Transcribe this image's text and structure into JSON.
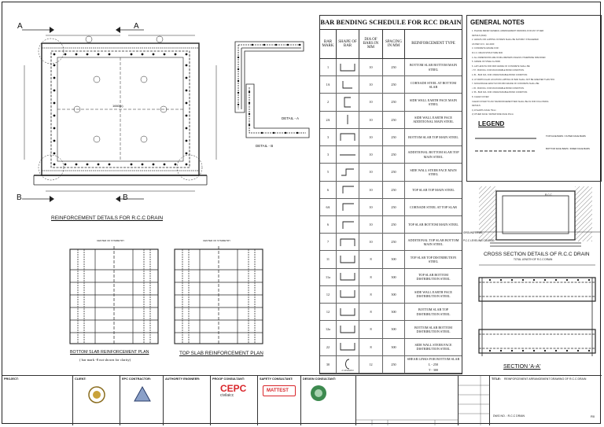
{
  "drawing": {
    "main_caption": "REINFORCEMENT DETAILS FOR R.C.C DRAIN",
    "bottom_plan_caption": "BOTTOM SLAB REINFORCEMENT PLAN",
    "bottom_plan_note": "( bar mark -8 not shown for clarity)",
    "top_plan_caption": "TOP SLAB REINFORCEMENT PLAN",
    "detail_a": "DETAIL - A",
    "detail_b": "DETAIL - B",
    "section_a": "A",
    "section_b": "B",
    "cross_section_caption": "CROSS SECTION DETAILS OF R.C.C DRAIN",
    "section_aa_caption": "SECTION 'A-A'",
    "center_symmetry": "CENTER OF SYMMETRY",
    "total_length": "TOTAL LENGTH OF R.C.C DRAIN",
    "ground_level": "GROUND LEVEL",
    "pcc_label": "P.C.C LEVELING COURSE",
    "rcc_label": "R.C.C",
    "pcc": "P.C.C",
    "inner_dim": "1660(c)"
  },
  "schedule": {
    "title": "BAR BENDING SCHEDULE FOR RCC DRAIN",
    "headers": [
      "BAR MARK",
      "SHAPE OF BAR",
      "DIA OF BARS IN MM",
      "SPACING IN MM",
      "REINFORCEMENT TYPE"
    ],
    "rows": [
      {
        "mark": "1",
        "dia": "10",
        "spacing": "250",
        "type": "BOTTOM SLAB BOTTOM MAIN STEEL",
        "shape": "u"
      },
      {
        "mark": "1A",
        "dia": "10",
        "spacing": "250",
        "type": "CORNADE STEEL AT BOTTOM SLAB",
        "shape": "l"
      },
      {
        "mark": "2",
        "dia": "10",
        "spacing": "250",
        "type": "SIDE WALL EARTH FACE MAIN STEEL",
        "shape": "c"
      },
      {
        "mark": "2A",
        "dia": "10",
        "spacing": "250",
        "type": "SIDE WALL EARTH FACE ADDITIONAL MAIN STEEL",
        "shape": "bar"
      },
      {
        "mark": "3",
        "dia": "10",
        "spacing": "250",
        "type": "BOTTOM SLAB TOP MAIN STEEL",
        "shape": "n"
      },
      {
        "mark": "3",
        "dia": "10",
        "spacing": "250",
        "type": "ADDITIONAL BOTTOM SLAB TOP MAIN STEEL",
        "shape": "flat"
      },
      {
        "mark": "5",
        "dia": "10",
        "spacing": "250",
        "type": "SIDE WALL STEER FACE MAIN STEEL",
        "shape": "z"
      },
      {
        "mark": "6",
        "dia": "10",
        "spacing": "250",
        "type": "TOP SLAB TOP MAIN STEEL",
        "shape": "r"
      },
      {
        "mark": "6A",
        "dia": "10",
        "spacing": "250",
        "type": "CORNADE STEEL AT TOP SLAB",
        "shape": "r"
      },
      {
        "mark": "6",
        "dia": "10",
        "spacing": "250",
        "type": "TOP SLAB BOTTOM MAIN STEEL",
        "shape": "r"
      },
      {
        "mark": "7",
        "dia": "10",
        "spacing": "250",
        "type": "ADDITIONAL TOP SLAB BOTTOM MAIN STEEL",
        "shape": "n"
      },
      {
        "mark": "11",
        "dia": "8",
        "spacing": "300",
        "type": "TOP SLAB TOP DISTRIBUTION STEEL",
        "shape": "u"
      },
      {
        "mark": "11a",
        "dia": "8",
        "spacing": "300",
        "type": "TOP SLAB BOTTOM DISTRIBUTION STEEL",
        "shape": "u"
      },
      {
        "mark": "12",
        "dia": "8",
        "spacing": "300",
        "type": "SIDE WALL EARTH FACE DISTRIBUTION STEEL",
        "shape": "u"
      },
      {
        "mark": "12",
        "dia": "8",
        "spacing": "300",
        "type": "BOTTOM SLAB TOP DISTRIBUTION STEEL",
        "shape": "u"
      },
      {
        "mark": "12a",
        "dia": "8",
        "spacing": "300",
        "type": "BOTTOM SLAB BOTTOM DISTRIBUTION STEEL",
        "shape": "u"
      },
      {
        "mark": "22",
        "dia": "8",
        "spacing": "300",
        "type": "SIDE WALL STEER FACE DISTRIBUTION STEEL",
        "shape": "u"
      },
      {
        "mark": "30",
        "dia": "12",
        "spacing": "250",
        "type": "SHEAR LINKS FOR BOTTOM SLAB",
        "shape": "link",
        "extra": [
          "L - 250",
          "T - 300"
        ],
        "note": "2 LEGGED"
      }
    ]
  },
  "notes": {
    "title": "GENERAL NOTES",
    "lines": [
      "1. PLEASE REFER GENERAL ARRANGEMENT DRAWING FOR ANY OTHER",
      "   DETAILS (R&D)",
      "2. LENGTH OR LAPPING OF BARS SHALL BE SUITABLY STAGGERED",
      "   AS PER I.R.C. 112-2020",
      "3. CONCRETE GRADE FOR :",
      "   R.C.C. DRAIN STRUCTURE M30",
      "4. ALL DIMENSIONS ARE IN MILLIMETERS UNLESS OTHERWISE SPECIFIED",
      "5. GRADE OF STEEL Fe-500D",
      "6. LAP LENGTH FOR M30 GRADE OF CONCRETE SHALL BE:",
      "   i. 57 - BUR DIA. FOR FAVOURABLE BOND CONDITION.",
      "   ii. 81 - BUR DIA. FOR UNFAVOURABLE BOND CONDITION.",
      "   iii. AT PARTICULAR LOCATION LAPPING OF BAR SHALL NOT BE GREATER THAN 50%",
      "7. ANCHORAGE LENGTH FOR M30 GRADE OF CONCRETE SHALL BE:",
      "   i. 45 - BUR DIA. FOR FAVOURABLE BOND CONDITION.",
      "   ii. 56 - BUR DIA. FOR UNFAVOURABLE BOND CONDITION.",
      "8. CLEAR COVER",
      "   CLEAR COVER TO ANY REINFORCEMENT BAR SHALL BE AS FOR FOLLOWING",
      "   DETAILS:",
      "   1) AT EARTH FACE 75mm",
      "   2) OTHER FACE / WATER SIDE FACE 45mm"
    ],
    "legend_title": "LEGEND",
    "legend": [
      "TOP FACE BARS / OUTER FACE BARS",
      "BOTTOM FACE BARS / INNER FACE BARS"
    ]
  },
  "title_block": {
    "project_h": "PROJECT:",
    "client_h": "CLIENT:",
    "epc_h": "EPC CONTRACTOR:",
    "authority_h": "AUTHORITY ENGINEER:",
    "prop_h": "PROOF CONSULTANT:",
    "safety_h": "SAFETY CONSULTANT:",
    "design_h": "DESIGN CONSULTANT:",
    "cepc": "CEPC",
    "cepc_sub": "civilaicc",
    "mattest": "MATTEST",
    "title_h": "TITLE:",
    "title_text": "REINFORCEMENT ARRANGEMENT DRAWING OF R.C.C DRAIN",
    "sheet_no": "DWG NO. : R.C.C DRAIN",
    "rev": "R0"
  },
  "colors": {
    "line": "#222222",
    "hatch": "#555555",
    "accent_red": "#d9262b"
  }
}
